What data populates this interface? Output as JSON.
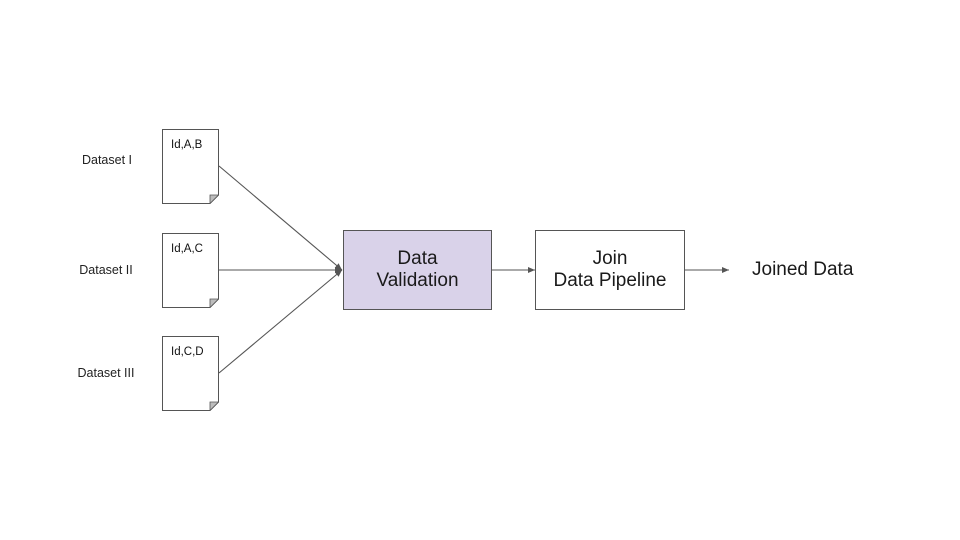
{
  "datasets": [
    {
      "label": "Dataset I",
      "columns": "Id,A,B"
    },
    {
      "label": "Dataset II",
      "columns": "Id,A,C"
    },
    {
      "label": "Dataset III",
      "columns": "Id,C,D"
    }
  ],
  "validation": {
    "line1": "Data",
    "line2": "Validation"
  },
  "join": {
    "line1": "Join",
    "line2": "Data Pipeline"
  },
  "output": {
    "label": "Joined Data"
  },
  "colors": {
    "validation_fill": "#d9d2e9",
    "stroke": "#555555"
  }
}
